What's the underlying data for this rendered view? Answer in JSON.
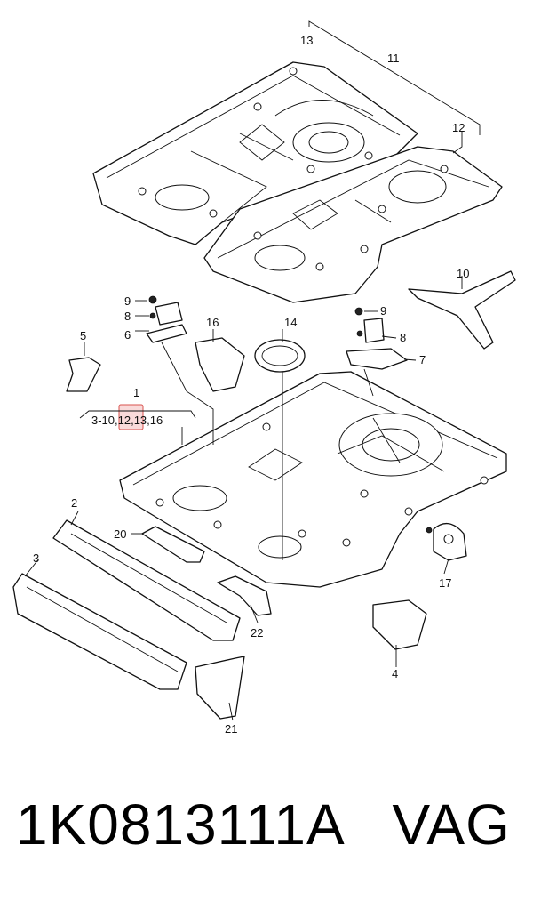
{
  "callouts": {
    "c1": "1",
    "c1_sub": "3-10,12,13,16",
    "c2": "2",
    "c3": "3",
    "c4": "4",
    "c5": "5",
    "c6": "6",
    "c7": "7",
    "c8a": "8",
    "c8b": "8",
    "c9a": "9",
    "c9b": "9",
    "c10": "10",
    "c11": "11",
    "c12": "12",
    "c13": "13",
    "c14": "14",
    "c16": "16",
    "c17": "17",
    "c20": "20",
    "c21": "21",
    "c22": "22"
  },
  "footer": {
    "part_number": "1K0813111A",
    "brand": "VAG"
  }
}
